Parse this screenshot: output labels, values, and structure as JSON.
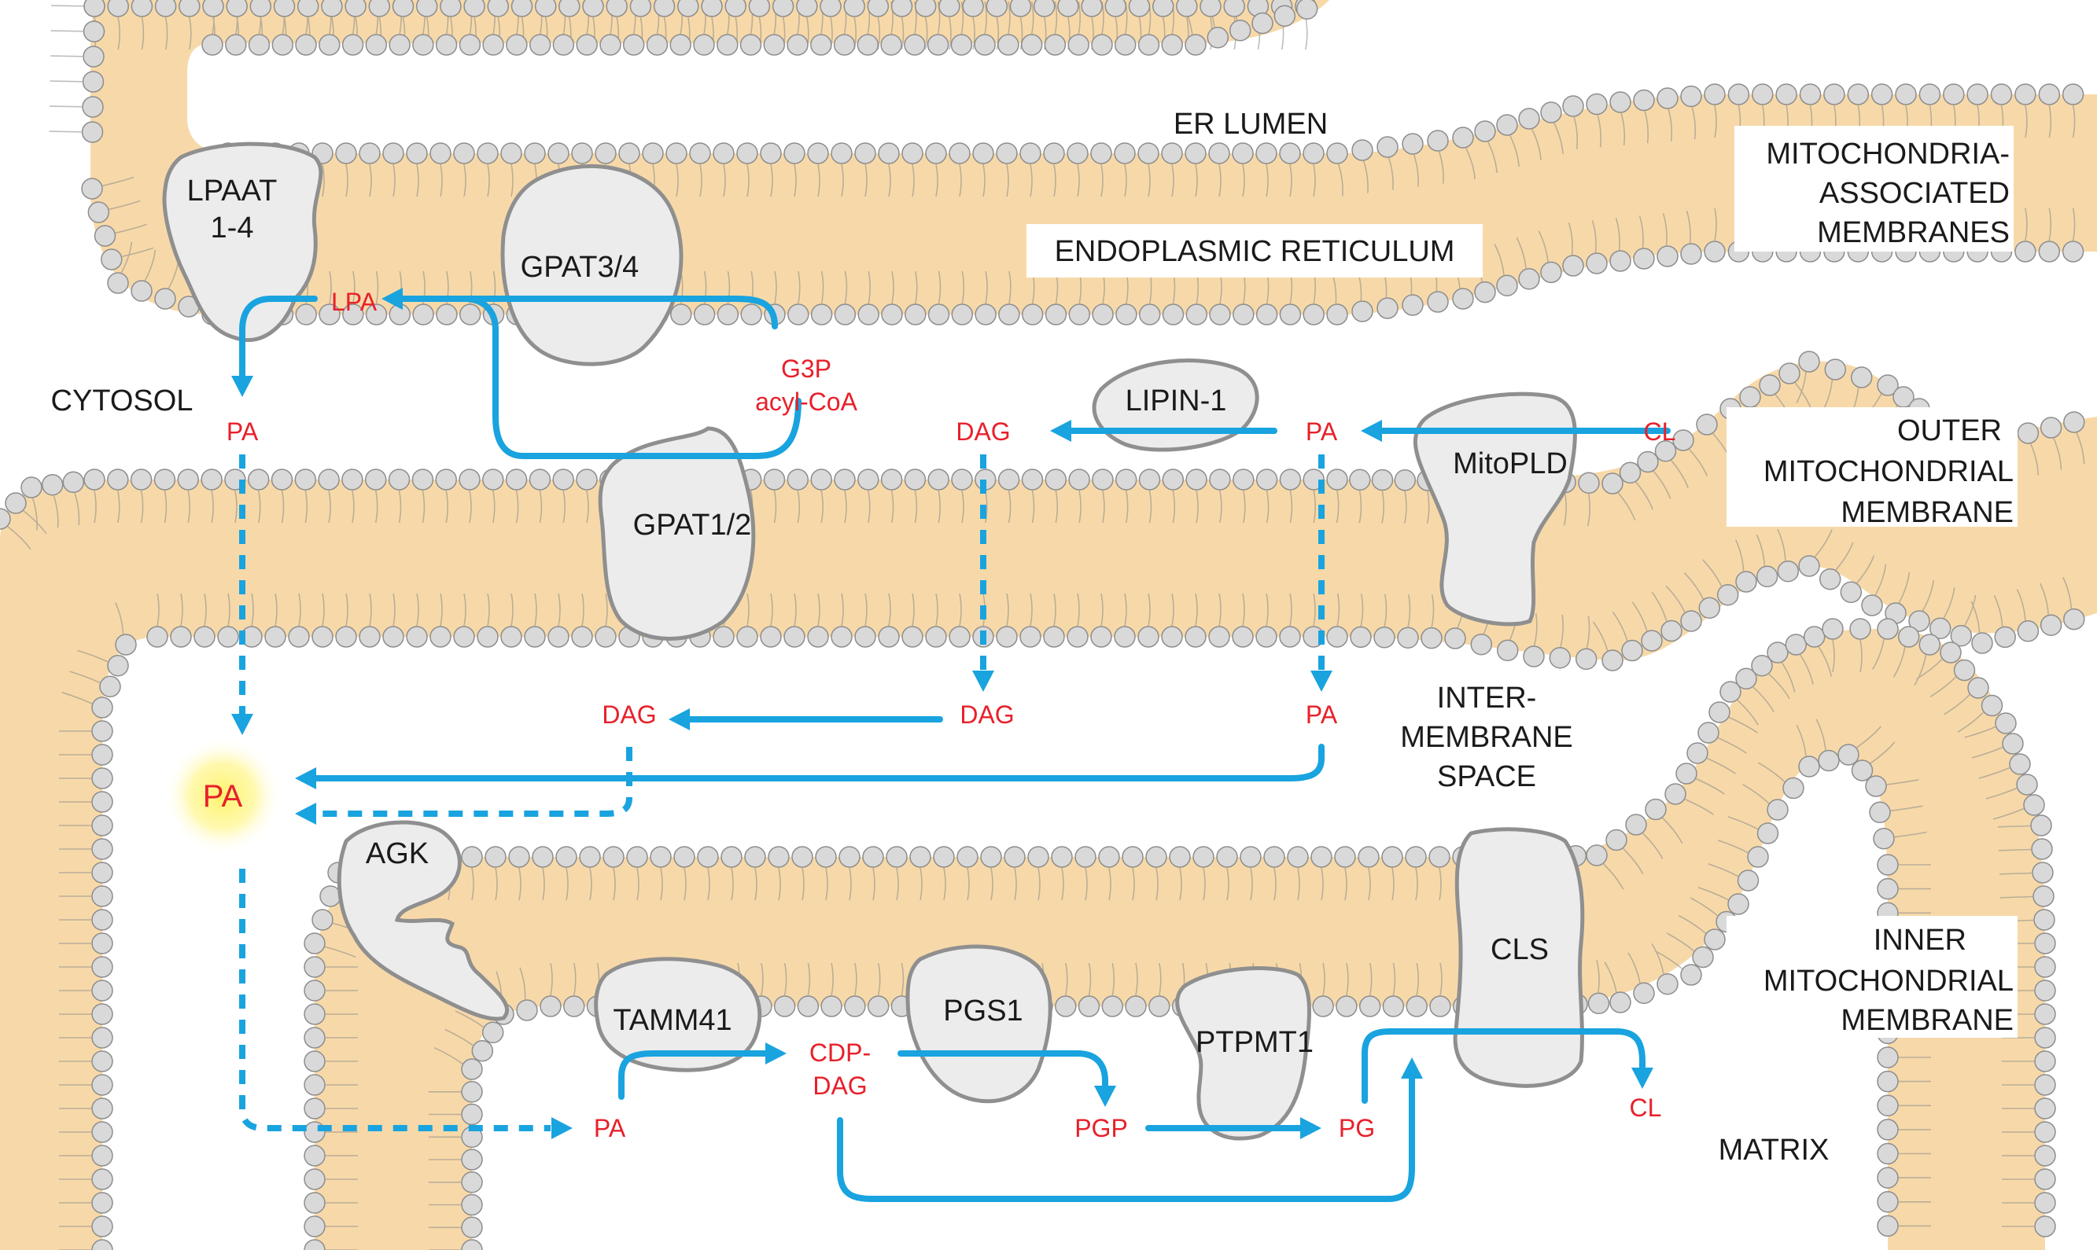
{
  "regions": {
    "er_lumen": "ER LUMEN",
    "er": "ENDOPLASMIC RETICULUM",
    "mam": [
      "MITOCHONDRIA-",
      "ASSOCIATED",
      "MEMBRANES"
    ],
    "cytosol": "CYTOSOL",
    "omm": [
      "OUTER",
      "MITOCHONDRIAL",
      "MEMBRANE"
    ],
    "ims": [
      "INTER-",
      "MEMBRANE",
      "SPACE"
    ],
    "imm": [
      "INNER",
      "MITOCHONDRIAL",
      "MEMBRANE"
    ],
    "matrix": "MATRIX"
  },
  "enzymes": {
    "lpaat": [
      "LPAAT",
      "1-4"
    ],
    "gpat34": "GPAT3/4",
    "gpat12": "GPAT1/2",
    "lipin1": "LIPIN-1",
    "mitopld": "MitoPLD",
    "agk": "AGK",
    "tamm41": "TAMM41",
    "pgs1": "PGS1",
    "ptpmt1": "PTPMT1",
    "cls": "CLS"
  },
  "metabolites": {
    "lpa": "LPA",
    "g3p": "G3P",
    "acyl_coa": "acyl-CoA",
    "pa_cyto": "PA",
    "dag_omm": "DAG",
    "pa_omm": "PA",
    "cl_omm": "CL",
    "dag_ims_left": "DAG",
    "dag_ims": "DAG",
    "pa_ims": "PA",
    "pa_center": "PA",
    "pa_matrix": "PA",
    "cdp_dag": [
      "CDP-",
      "DAG"
    ],
    "pgp": "PGP",
    "pg": "PG",
    "cl_matrix": "CL"
  },
  "colors": {
    "arrow": "#19a3df",
    "metabolite": "#e8202a",
    "membrane_fill": "#f7d9a9",
    "lipid_head": "#d9d9d9",
    "protein": "#ececec",
    "pa_glow": "#fff36a"
  }
}
